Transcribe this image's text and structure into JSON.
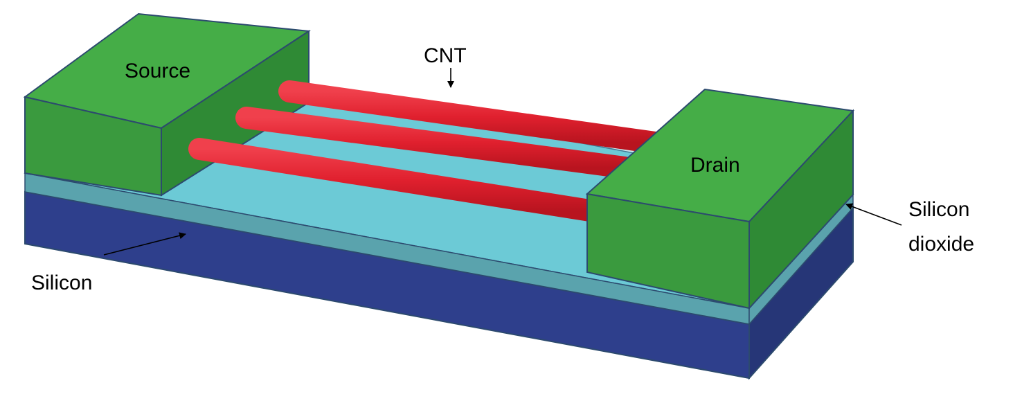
{
  "labels": {
    "source": "Source",
    "drain": "Drain",
    "cnt": "CNT",
    "silicon": "Silicon",
    "silicon_dioxide_line1": "Silicon",
    "silicon_dioxide_line2": "dioxide"
  },
  "colors": {
    "electrode_front": "#3a9a3e",
    "electrode_top": "#45ad47",
    "electrode_side": "#2f8a35",
    "oxide_top": "#6ccad6",
    "oxide_side": "#5aa3ad",
    "silicon_front": "#2e3f8c",
    "silicon_side": "#263677",
    "nanotube": "#e0202e",
    "outline": "#2c4a6e"
  }
}
